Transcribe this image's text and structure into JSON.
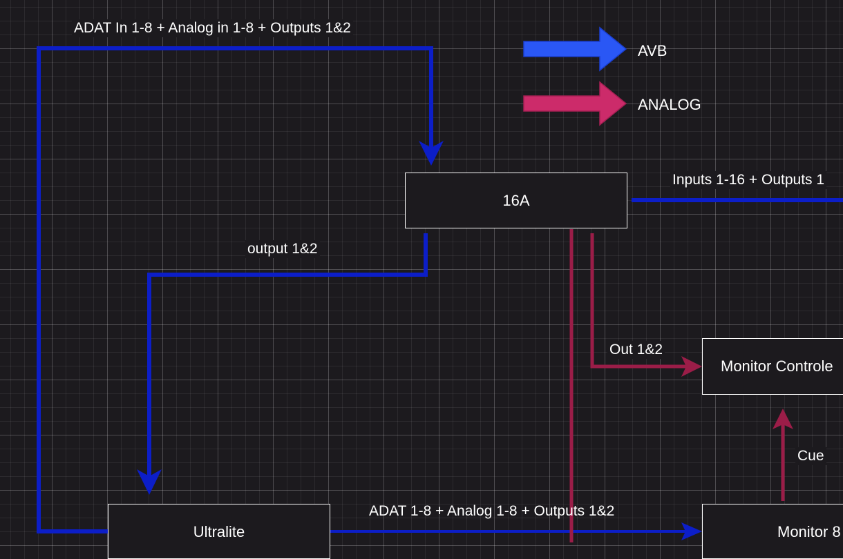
{
  "legend": [
    {
      "label": "AVB",
      "color": "#2a57f5"
    },
    {
      "label": "ANALOG",
      "color": "#cc2b6a"
    }
  ],
  "nodes": {
    "n16a": "16A",
    "ultralite": "Ultralite",
    "monitor_controller": "Monitor Controle",
    "monitor8": "Monitor 8"
  },
  "connections": {
    "adat_in_label": "ADAT In 1-8 + Analog in 1-8 + Outputs 1&2",
    "inputs_label": "Inputs 1-16 + Outputs 1",
    "output12_label": "output 1&2",
    "out12_label": "Out 1&2",
    "adat_out_label": "ADAT 1-8 + Analog 1-8 + Outputs 1&2",
    "cue_label": "Cue"
  },
  "colors": {
    "avb_line": "#0c1ec8",
    "analog_line": "#9b1d48",
    "background": "#1c1a1e"
  }
}
